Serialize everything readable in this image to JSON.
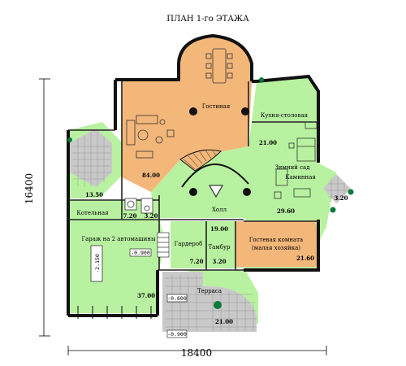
{
  "title": "ПЛАН  1-го  ЭТАЖА",
  "colors": {
    "green": "#b8f2a0",
    "orange": "#f4b77a",
    "wall": "#111111",
    "grey": "#c9c9c9",
    "column": "#0a7a3a"
  },
  "dimensions": {
    "width": "18400",
    "height": "16400"
  },
  "rooms": {
    "living": {
      "name": "Гостиная",
      "area": "84.00"
    },
    "kitchen": {
      "name": "Кухня-столовая",
      "area": "21.00"
    },
    "winter_garden": {
      "name": "Зимний сад"
    },
    "fireplace": {
      "name": "Каминная",
      "area": "29.60"
    },
    "hall": {
      "name": "Холл",
      "area": "19.00"
    },
    "terrace_left_area": "13.50",
    "terrace_right_area": "3.20",
    "bath_area_1": "7.20",
    "bath_area_2": "3.20",
    "boiler": {
      "name": "Котельная"
    },
    "garage": {
      "name": "Гараж на 2 автомашины",
      "area": "37.00",
      "level_pit": "-2.150"
    },
    "wardrobe": {
      "name": "Гардероб",
      "area": "7.20"
    },
    "vestibule": {
      "name": "Тамбур",
      "area": "3.20"
    },
    "guest": {
      "name": "Гостевая комната",
      "subname": "(малая хозяйка)",
      "area": "21.60"
    },
    "terrace_front": {
      "name": "Терраса",
      "area": "21.00"
    }
  },
  "levels": {
    "garage": "-0.900",
    "porch": "-0.600",
    "base": "-0.900"
  }
}
